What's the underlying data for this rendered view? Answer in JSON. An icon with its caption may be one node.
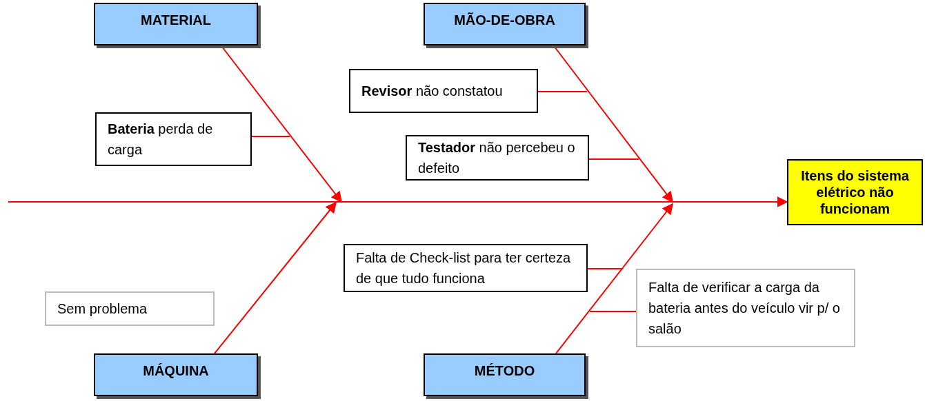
{
  "diagram": {
    "nodes": [
      {
        "text": [
          "MATERIAL"
        ]
      },
      {
        "text": [
          "MÃO-DE-OBRA"
        ]
      },
      {
        "text": [
          "**Revisor** não constatou"
        ]
      },
      {
        "text": [
          "**Bateria** perda de carga"
        ]
      },
      {
        "text": [
          "**Testador** não percebeu o defeito"
        ]
      },
      {
        "text": [
          "Itens do sistema elétrico não funcionam"
        ]
      },
      {
        "text": [
          "Falta de Check-list para ter certeza de que tudo funciona"
        ]
      },
      {
        "text": [
          "Falta de verificar a carga da bateria antes do veículo vir p/ o salão"
        ]
      },
      {
        "text": [
          "Sem problema"
        ]
      },
      {
        "text": [
          "MÁQUINA"
        ]
      },
      {
        "text": [
          "MÉTODO"
        ]
      }
    ],
    "edges": [
      {
        "from": null,
        "to": 5,
        "arrow": "to"
      },
      {
        "from": 0,
        "to": null,
        "arrow": "to"
      },
      {
        "from": 1,
        "to": null,
        "arrow": "to"
      },
      {
        "from": 9,
        "to": null,
        "arrow": "to"
      },
      {
        "from": 10,
        "to": null,
        "arrow": "to"
      },
      {
        "from": 3,
        "to": null,
        "arrow": "none"
      },
      {
        "from": 2,
        "to": null,
        "arrow": "none"
      },
      {
        "from": 4,
        "to": null,
        "arrow": "none"
      },
      {
        "from": 6,
        "to": null,
        "arrow": "none"
      },
      {
        "from": 7,
        "to": null,
        "arrow": "none"
      }
    ]
  }
}
